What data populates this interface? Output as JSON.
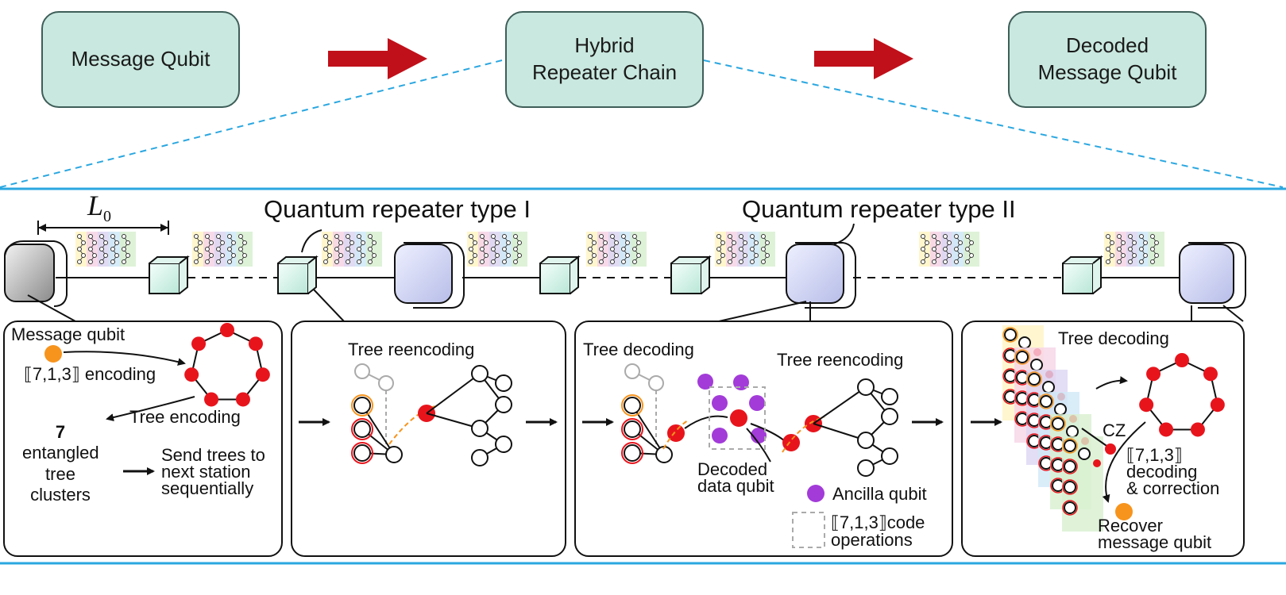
{
  "top_flow": {
    "message_qubit": "Message Qubit",
    "repeater_chain_line1": "Hybrid",
    "repeater_chain_line2": "Repeater Chain",
    "decoded_line1": "Decoded",
    "decoded_line2": "Message Qubit"
  },
  "chain": {
    "distance_label": "L",
    "distance_subscript": "0",
    "repeater_type1": "Quantum repeater type I",
    "repeater_type2": "Quantum repeater type II"
  },
  "panel1": {
    "message_qubit": "Message qubit",
    "encoding": "⟦7,1,3⟧ encoding",
    "tree_encoding": "Tree encoding",
    "count": "7",
    "clusters_line1": "entangled",
    "clusters_line2": "tree",
    "clusters_line3": "clusters",
    "send_line1": "Send trees to",
    "send_line2": "next station",
    "send_line3": "sequentially"
  },
  "panel2": {
    "tree_reencoding": "Tree reencoding"
  },
  "panel3": {
    "tree_decoding": "Tree decoding",
    "tree_reencoding": "Tree reencoding",
    "decoded_line1": "Decoded",
    "decoded_line2": "data qubit",
    "ancilla": "Ancilla qubit",
    "code_ops_line1": "⟦7,1,3⟧code",
    "code_ops_line2": "operations"
  },
  "panel4": {
    "tree_decoding": "Tree decoding",
    "cz": "CZ",
    "decoding_line1": "⟦7,1,3⟧",
    "decoding_line2": "decoding",
    "decoding_line3": "& correction",
    "recover_line1": "Recover",
    "recover_line2": "message qubit"
  },
  "colors": {
    "box_fill": "#c9e8df",
    "arrow_red": "#c0101a",
    "dash_blue": "#2aa7e0",
    "node_red": "#e8141c",
    "message_orange": "#f7941d",
    "ancilla_purple": "#a23bd8"
  }
}
